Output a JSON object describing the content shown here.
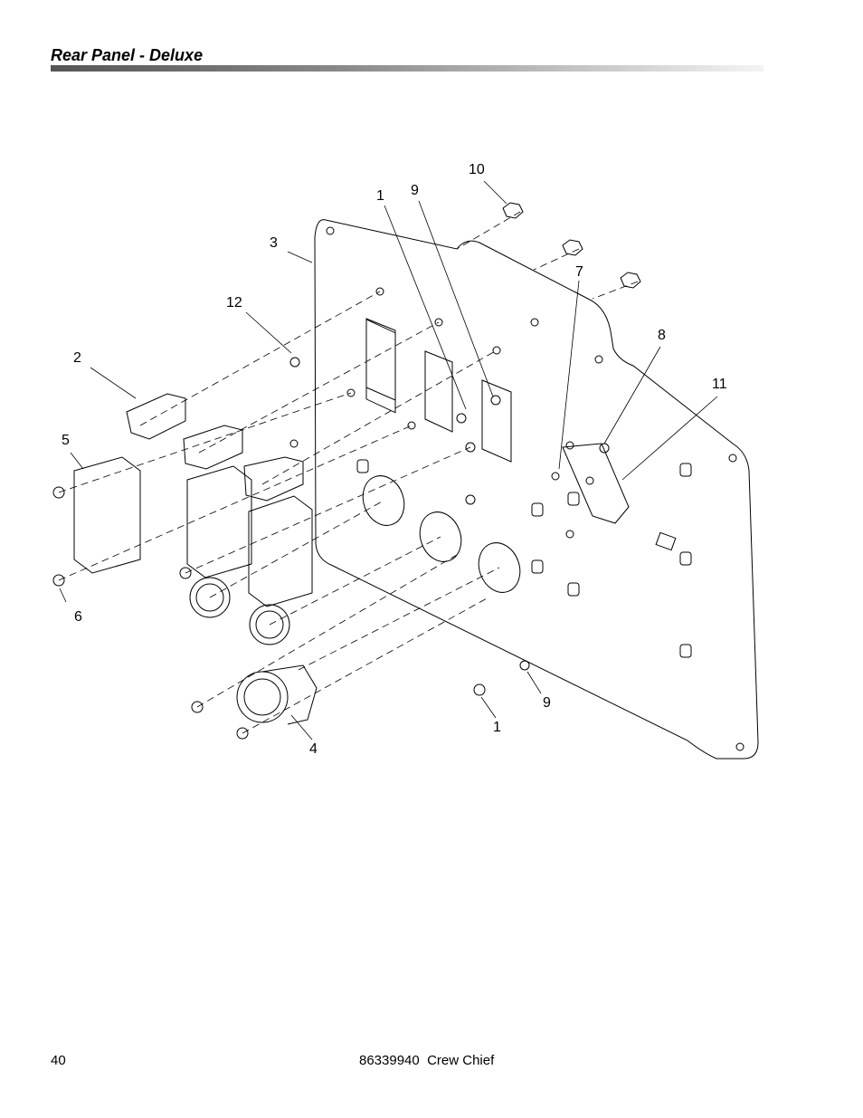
{
  "header": {
    "title": "Rear Panel - Deluxe"
  },
  "callouts": [
    {
      "id": "c10a",
      "label": "10"
    },
    {
      "id": "c1a",
      "label": "1"
    },
    {
      "id": "c9a",
      "label": "9"
    },
    {
      "id": "c3",
      "label": "3"
    },
    {
      "id": "c7",
      "label": "7"
    },
    {
      "id": "c12",
      "label": "12"
    },
    {
      "id": "c8",
      "label": "8"
    },
    {
      "id": "c2",
      "label": "2"
    },
    {
      "id": "c11",
      "label": "11"
    },
    {
      "id": "c5",
      "label": "5"
    },
    {
      "id": "c6",
      "label": "6"
    },
    {
      "id": "c9b",
      "label": "9"
    },
    {
      "id": "c1b",
      "label": "1"
    },
    {
      "id": "c4",
      "label": "4"
    }
  ],
  "footer": {
    "page_number": "40",
    "document": "86339940  Crew Chief"
  }
}
